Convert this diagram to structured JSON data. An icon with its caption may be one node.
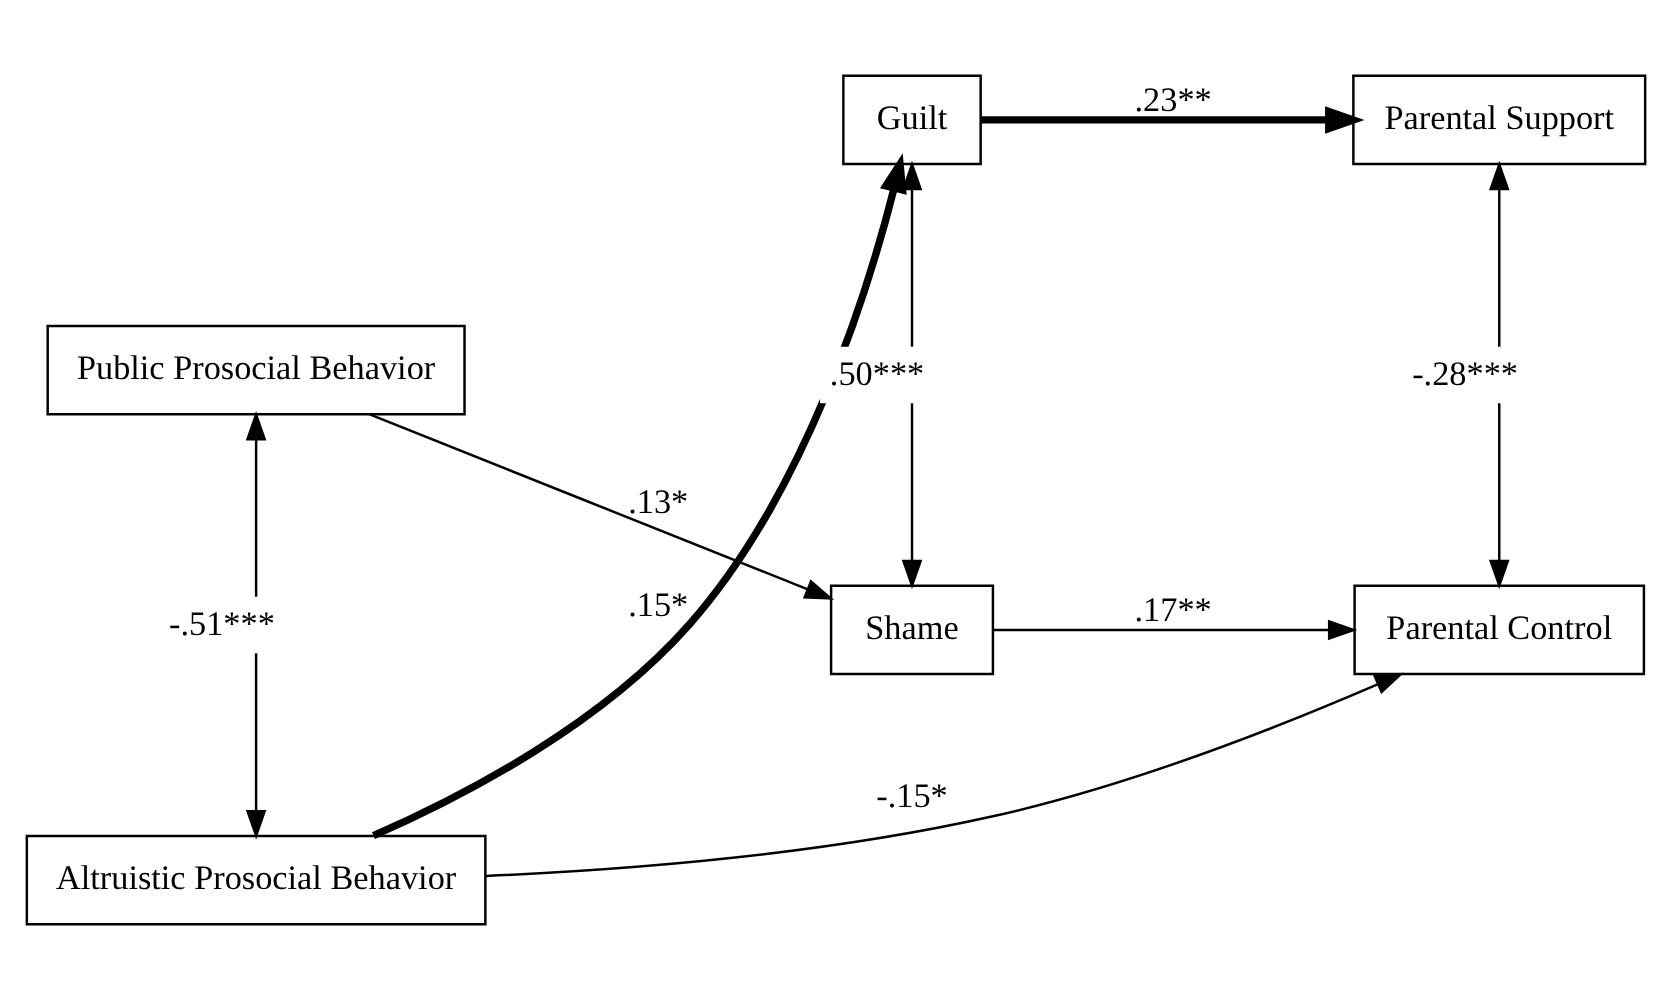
{
  "diagram": {
    "nodes": [
      {
        "text": [
          "Public Prosocial Behavior"
        ]
      },
      {
        "text": [
          "Altruistic Prosocial Behavior"
        ]
      },
      {
        "text": [
          "Guilt"
        ]
      },
      {
        "text": [
          "Shame"
        ]
      },
      {
        "text": [
          "Parental Support"
        ]
      },
      {
        "text": [
          "Parental Control"
        ]
      }
    ],
    "edges": [
      {
        "from": 0,
        "to": 1,
        "arrow": "both",
        "label": "-.51***"
      },
      {
        "from": 1,
        "to": 2,
        "arrow": "to",
        "label": ".15*",
        "style": "thick"
      },
      {
        "from": 2,
        "to": 4,
        "arrow": "to",
        "label": ".23**",
        "style": "thick"
      },
      {
        "from": 2,
        "to": 3,
        "arrow": "both",
        "label": ".50***"
      },
      {
        "from": 4,
        "to": 5,
        "arrow": "both",
        "label": "-.28***"
      },
      {
        "from": 1,
        "to": 5,
        "arrow": "to",
        "label": "-.15*"
      },
      {
        "from": 0,
        "to": 3,
        "arrow": "to",
        "label": ".13*"
      },
      {
        "from": 3,
        "to": 5,
        "arrow": "to",
        "label": ".17**"
      }
    ]
  }
}
